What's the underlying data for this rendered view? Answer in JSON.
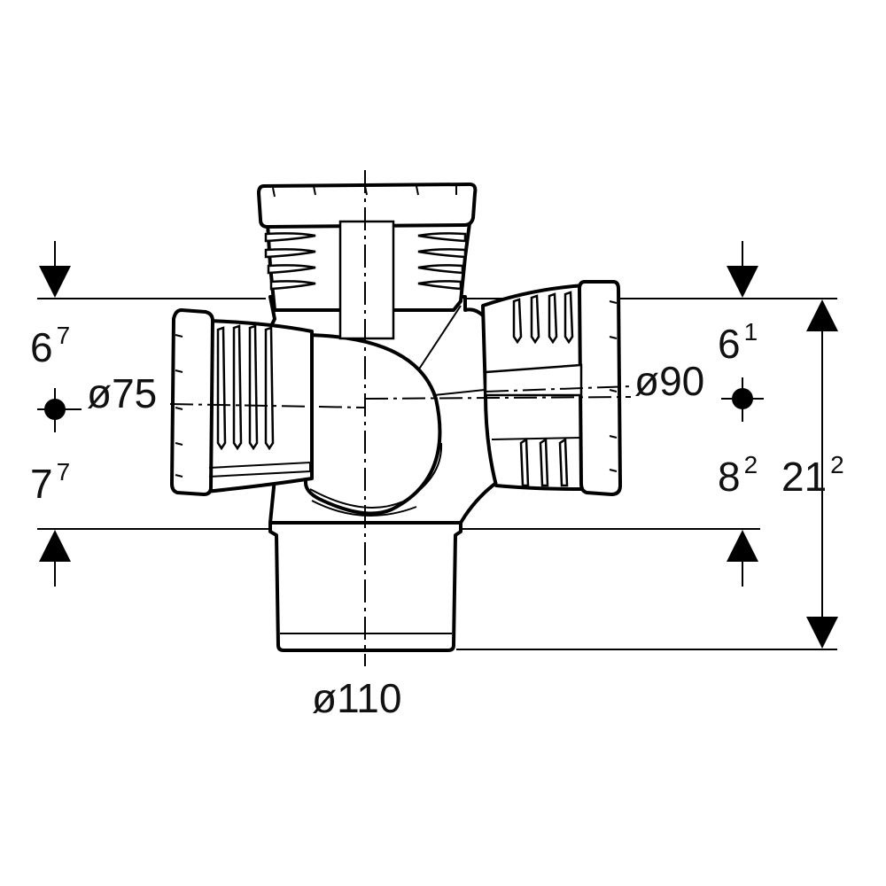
{
  "diagram": {
    "diameters": {
      "left_branch": "ø75",
      "right_branch": "ø90",
      "bottom_spigot": "ø110"
    },
    "dimensions": {
      "left_upper": {
        "base": "6",
        "sup": "7"
      },
      "left_lower": {
        "base": "7",
        "sup": "7"
      },
      "right_upper": {
        "base": "6",
        "sup": "1"
      },
      "right_lower": {
        "base": "8",
        "sup": "2"
      },
      "total_height": {
        "base": "21",
        "sup": "2"
      }
    },
    "icons": {
      "arrows": "dimension-arrow-icon",
      "points": "branch-axis-dot-icon"
    }
  }
}
